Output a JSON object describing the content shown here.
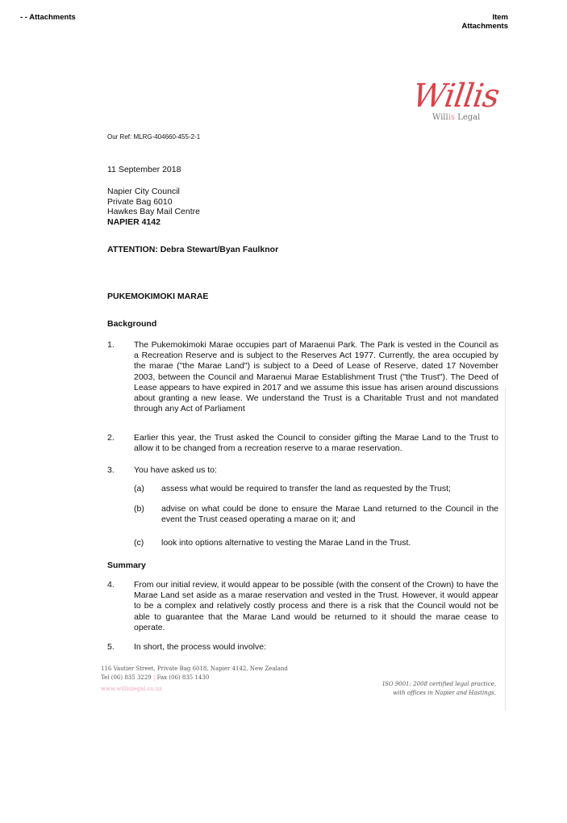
{
  "header": {
    "left": "- - Attachments",
    "right_line1": "Item",
    "right_line2": "Attachments"
  },
  "logo": {
    "script": "Willis",
    "tag_will": "Will",
    "tag_is": "is",
    "tag_legal": " Legal",
    "color": "#d9434a"
  },
  "letter": {
    "ref": "Our Ref:  MLRG-404660-455-2-1",
    "date": "11 September 2018",
    "address": [
      "Napier City Council",
      "Private Bag 6010",
      "Hawkes Bay Mail Centre",
      "NAPIER 4142"
    ],
    "attention": "ATTENTION:  Debra Stewart/Byan Faulknor",
    "subject": "PUKEMOKIMOKI MARAE",
    "background_heading": "Background",
    "p1_num": "1.",
    "p1": "The Pukemokimoki Marae occupies part of Maraenui Park. The Park is vested in the Council as a Recreation Reserve and is subject to the Reserves Act 1977. Currently, the area occupied by the marae (\"the Marae Land\") is subject to a Deed of Lease of Reserve, dated 17 November 2003, between the Council and Maraenui Marae Establishment Trust (\"the Trust\"). The Deed of Lease appears to have expired in 2017 and we assume this issue has arisen around discussions about granting a new lease. We understand the Trust is a Charitable Trust and not mandated through any Act of Parliament",
    "p2_num": "2.",
    "p2": "Earlier this year, the Trust asked the Council to consider gifting the Marae Land to the Trust to allow it to be changed from a recreation reserve to a marae reservation.",
    "p3_num": "3.",
    "p3": "You have asked us to:",
    "p3_items": [
      {
        "label": "(a)",
        "text": "assess what would be required to transfer the land as requested by the Trust;"
      },
      {
        "label": "(b)",
        "text": "advise on what could be done to ensure the Marae Land returned to the Council in the event the Trust ceased operating a marae on it; and"
      },
      {
        "label": "(c)",
        "text": "look into options alternative to vesting the Marae Land in the Trust."
      }
    ],
    "summary_heading": "Summary",
    "p4_num": "4.",
    "p4": "From our initial review, it would appear to be possible (with the consent of the Crown) to have the Marae Land set aside as a marae reservation and vested in the Trust. However, it would appear to be a complex and relatively costly process and there is a risk that the Council would not be able to guarantee that the Marae Land would be returned to it should the marae cease to operate.",
    "p5_num": "5.",
    "p5": "In short, the process would involve:"
  },
  "footer": {
    "address": "116 Vautier Street, Private Bag 6018, Napier 4142, New Zealand",
    "tel": "Tel (06) 835 3229",
    "fax": "Fax (06) 835 1430",
    "web": "www.willislegal.co.nz",
    "iso1": "ISO 9001: 2008 certified legal practice,",
    "iso2": "with offices in Napier and Hastings."
  }
}
